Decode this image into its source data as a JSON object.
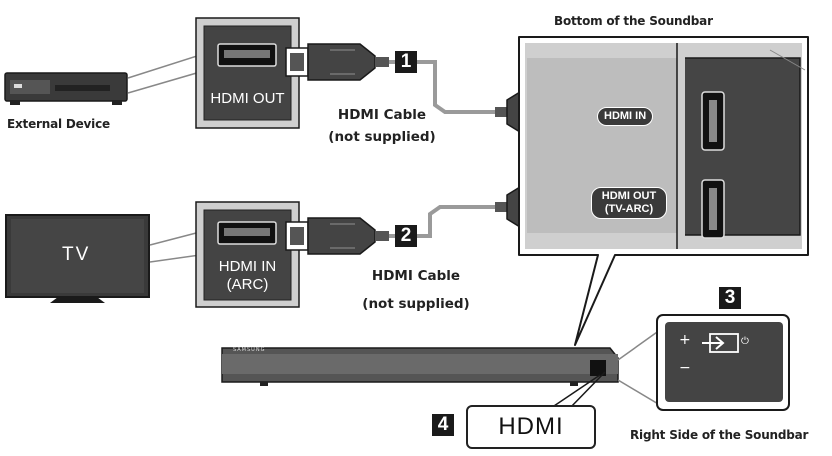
{
  "title": "Bottom of the Soundbar",
  "devices": {
    "external_device": "External Device",
    "tv": "TV"
  },
  "ports": {
    "external_out": "HDMI OUT",
    "tv_in_line1": "HDMI IN",
    "tv_in_line2": "(ARC)",
    "soundbar_in": "HDMI IN",
    "soundbar_out_line1": "HDMI OUT",
    "soundbar_out_line2": "(TV-ARC)"
  },
  "cables": {
    "cable1_line1": "HDMI Cable",
    "cable1_line2": "(not supplied)",
    "cable2_line1": "HDMI Cable",
    "cable2_line2": "(not supplied)"
  },
  "steps": [
    "1",
    "2",
    "3",
    "4"
  ],
  "panels": {
    "right_side": "Right Side of the Soundbar",
    "button_plus": "+",
    "button_minus": "−",
    "power_symbol": "⏻",
    "hdmi_badge": "HDMI",
    "brand": "SAMSUNG"
  },
  "colors": {
    "panel_gray": "#cfcfcf",
    "dark_port": "#444444",
    "outline": "#1a1a1a",
    "cable": "#9a9a9a"
  }
}
